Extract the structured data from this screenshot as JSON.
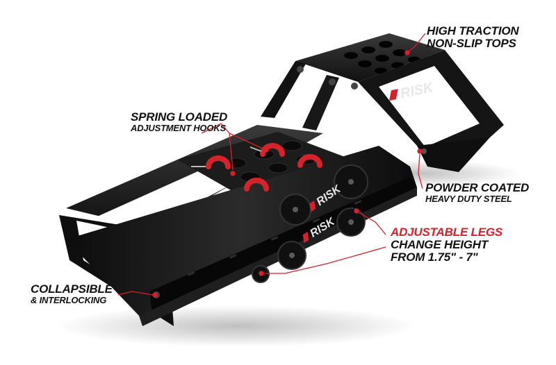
{
  "brand": {
    "logo_text": "RISK"
  },
  "callouts": {
    "traction": {
      "line1": "HIGH TRACTION",
      "line2": "NON-SLIP TOPS"
    },
    "spring": {
      "line1": "SPRING LOADED",
      "line2": "ADJUSTMENT HOOKS"
    },
    "powder": {
      "line1": "POWDER COATED",
      "line2": "HEAVY DUTY STEEL"
    },
    "legs": {
      "line1": "ADJUSTABLE LEGS",
      "line2": "CHANGE HEIGHT",
      "line3": "FROM 1.75\" - 7\""
    },
    "collapsible": {
      "line1": "COLLAPSIBLE",
      "line2": "& INTERLOCKING"
    }
  },
  "colors": {
    "accent": "#d6202a",
    "metal": "#1a1a1a",
    "hook": "#d3242c",
    "background": "#ffffff"
  }
}
